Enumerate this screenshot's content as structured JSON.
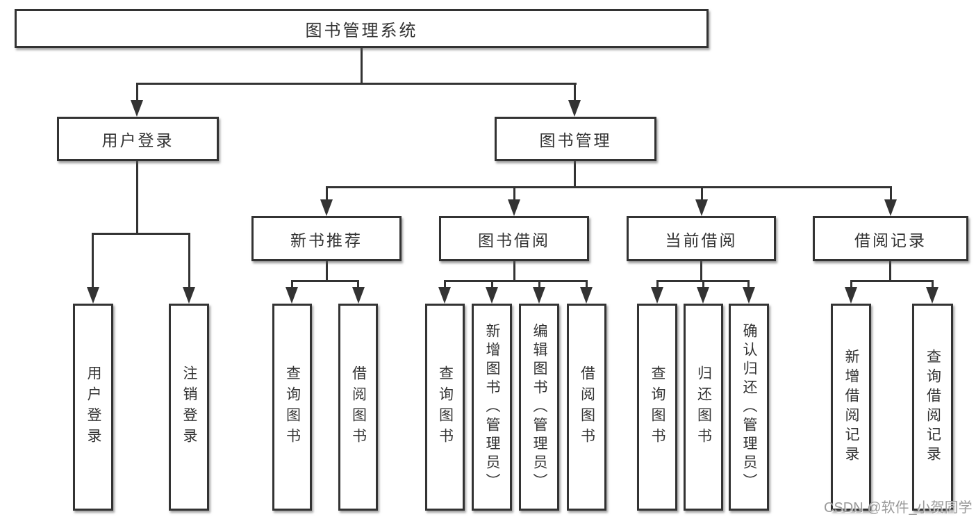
{
  "diagram": {
    "watermark": "CSDN @软件_小贺同学",
    "colors": {
      "line": "#333333",
      "text": "#333333",
      "box_background": "#ffffff",
      "watermark": "#9a9a9a"
    },
    "nodes": {
      "root": {
        "label": "图书管理系统"
      },
      "user_login": {
        "label": "用户登录"
      },
      "book_mgmt": {
        "label": "图书管理"
      },
      "new_book_rec": {
        "label": "新书推荐"
      },
      "book_borrow": {
        "label": "图书借阅"
      },
      "current_borrow": {
        "label": "当前借阅"
      },
      "borrow_records": {
        "label": "借阅记录"
      },
      "login": {
        "label": "用户登录"
      },
      "logout": {
        "label": "注销登录"
      },
      "nbr_query_books": {
        "label": "查询图书"
      },
      "nbr_borrow_books": {
        "label": "借阅图书"
      },
      "bb_query_books": {
        "label": "查询图书"
      },
      "bb_add_books": {
        "label": "新增图书（管理员）"
      },
      "bb_edit_books": {
        "label": "编辑图书（管理员）"
      },
      "bb_borrow_books": {
        "label": "借阅图书"
      },
      "cb_query_books": {
        "label": "查询图书"
      },
      "cb_return_books": {
        "label": "归还图书"
      },
      "cb_confirm_return": {
        "label": "确认归还（管理员）"
      },
      "br_add_record": {
        "label": "新增借阅记录"
      },
      "br_query_record": {
        "label": "查询借阅记录"
      }
    }
  }
}
